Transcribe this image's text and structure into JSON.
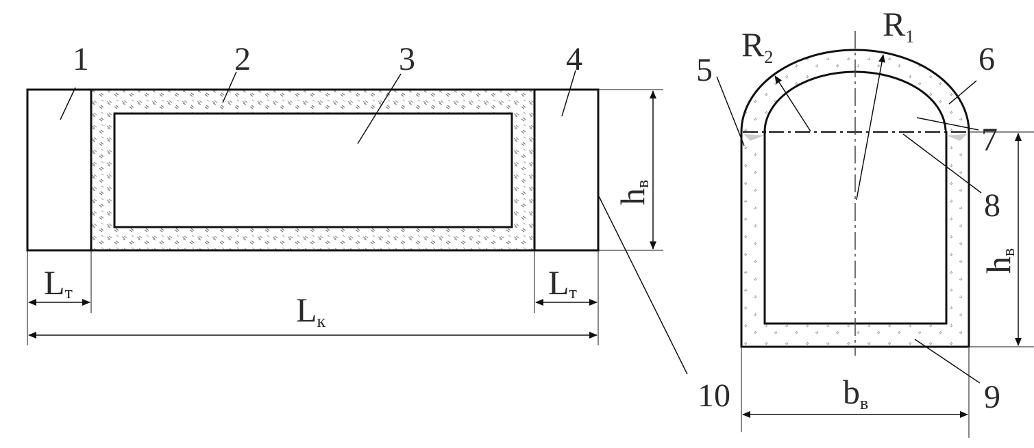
{
  "colors": {
    "line": "#111111",
    "text": "#2b2b2b",
    "hatch_light": "#9a9a9a",
    "hatch_dark": "#555555",
    "axis": "#444444"
  },
  "callouts": {
    "c1": "1",
    "c2": "2",
    "c3": "3",
    "c4": "4",
    "c5": "5",
    "c6": "6",
    "c7": "7",
    "c8": "8",
    "c9": "9",
    "c10": "10"
  },
  "dimensions": {
    "lt_left": {
      "main": "L",
      "sub": "т"
    },
    "lt_right": {
      "main": "L",
      "sub": "т"
    },
    "lk": {
      "main": "L",
      "sub": "к"
    },
    "hv_left": {
      "main": "h",
      "sub": "в"
    },
    "hv_right": {
      "main": "h",
      "sub": "в"
    },
    "bv": {
      "main": "b",
      "sub": "в"
    },
    "r1": {
      "main": "R",
      "sub": "1"
    },
    "r2": {
      "main": "R",
      "sub": "2"
    }
  }
}
